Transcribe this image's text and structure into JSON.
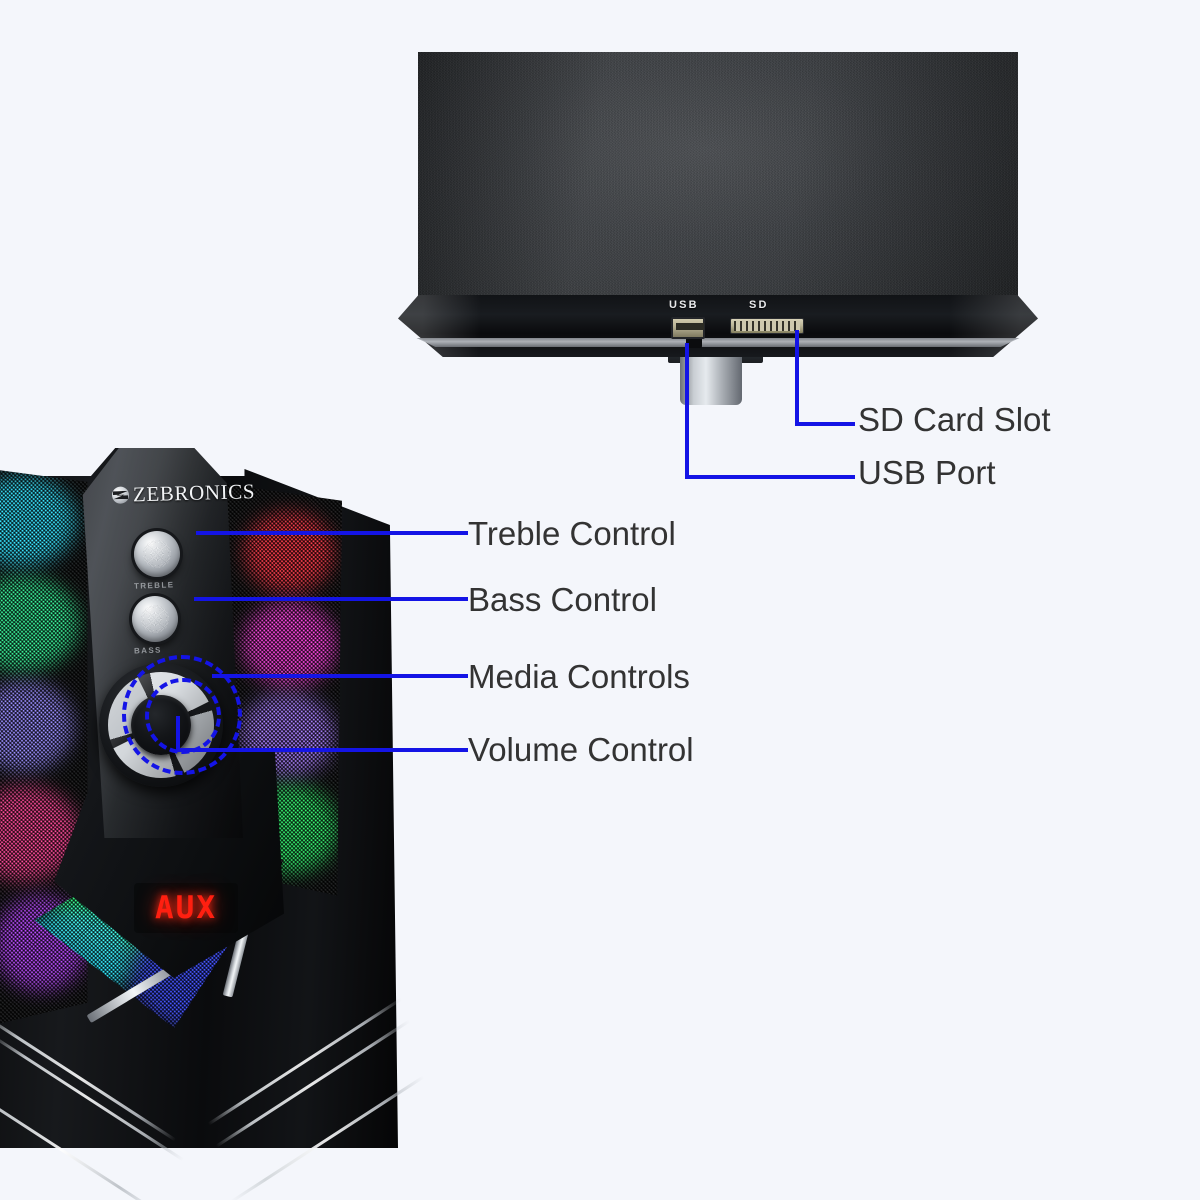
{
  "background_color": "#f4f6fb",
  "annotation_color": "#1414e6",
  "label_text_color": "#333333",
  "product": {
    "brand": "ZEBRONICS",
    "type": "multimedia tower speaker",
    "display_text": "AUX",
    "knob_captions": {
      "treble": "TREBLE",
      "bass": "BASS"
    },
    "port_labels": {
      "usb": "USB",
      "sd": "SD"
    }
  },
  "callouts": {
    "sd_card_slot": "SD Card Slot",
    "usb_port": "USB Port",
    "treble_control": "Treble Control",
    "bass_control": "Bass Control",
    "media_controls": "Media Controls",
    "volume_control": "Volume Control"
  },
  "led_colors": {
    "left_column": [
      "#19e0ff",
      "#1cf08a",
      "#8a7cff",
      "#ff2f8a",
      "#b030ff"
    ],
    "right_column": [
      "#ff1f30",
      "#ff2ae0",
      "#9d6cff",
      "#18f05a",
      "#13e6ff"
    ],
    "lower_panel": [
      "#2a3cff",
      "#1bd8ff"
    ]
  }
}
